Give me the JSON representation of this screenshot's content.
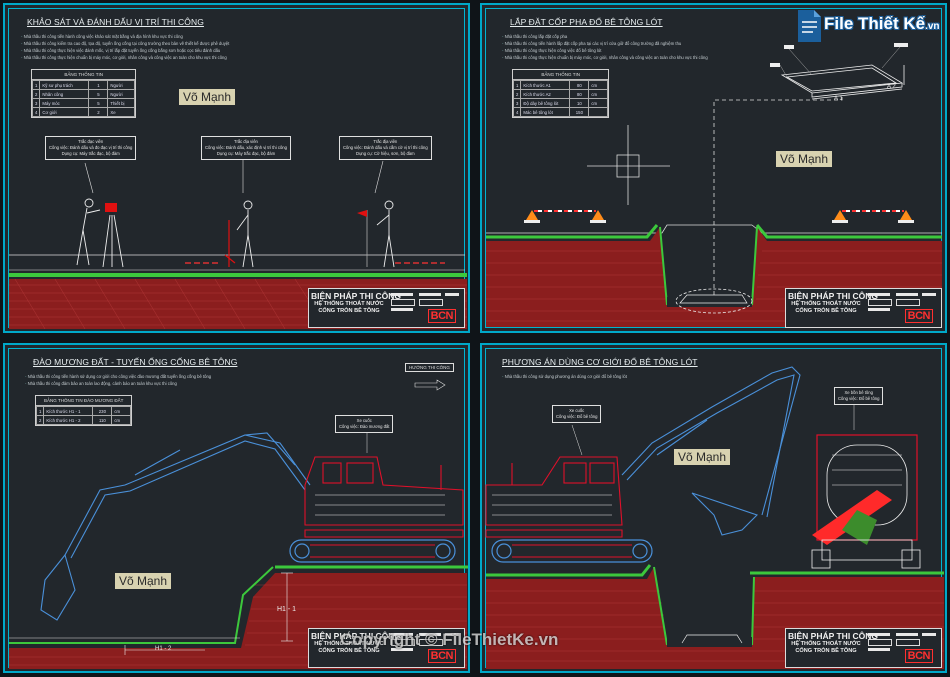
{
  "brand": {
    "name": "File Thiết Kế",
    "suffix": ".vn",
    "copyright": "Copyright © FileThietKe.vn",
    "color": "#1b5f9c"
  },
  "colors": {
    "frame": "#00a8c8",
    "ground_green": "#3cc83c",
    "soil_red": "#8b1e1e",
    "excavator_red": "#e0102a",
    "excavator_blue": "#4a90d9",
    "logo_red": "#ff3030"
  },
  "title_block": {
    "main": "BIỆN PHÁP THI CÔNG",
    "sub1": "HỆ THỐNG THOÁT NƯỚC",
    "sub2": "CỐNG TRÒN BÊ TÔNG",
    "logo": "BCN"
  },
  "watermark": "Võ Mạnh",
  "panels": [
    {
      "title": "KHẢO SÁT VÀ ĐÁNH DẤU VỊ TRÍ THI CÔNG",
      "notes": [
        "Nhà thầu thi công tiến hành công việc khảo sát mặt bằng và địa hình khu vực thi công",
        "Nhà thầu thi công kiểm tra cao độ, tọa độ, tuyến ống cống tại công trường theo bản vẽ thiết kế được phê duyệt",
        "Nhà thầu thi công thực hiện việc đánh mốc, vị trí lắp đặt tuyến ống cống bằng sơn hoặc cọc tiêu đánh dấu",
        "Nhà thầu thi công thực hiện chuẩn bị máy móc, cơ giới, nhân công và công việc an toàn cho khu vực thi công"
      ],
      "table": {
        "header": "BẢNG THỐNG TIN",
        "rows": [
          [
            "1",
            "Kỹ sư phụ trách",
            "1",
            "Người"
          ],
          [
            "2",
            "Nhân công",
            "5",
            "Người"
          ],
          [
            "3",
            "Máy móc",
            "5",
            "Thiết bị"
          ],
          [
            "4",
            "Cơ giới",
            "2",
            "Xe"
          ]
        ]
      },
      "callouts": [
        {
          "l1": "Trắc đạc viên",
          "l2": "Công việc: Đánh dấu và đo đạc vị trí thi công",
          "l3": "Dụng cụ: Máy trắc đạc, bộ đàm"
        },
        {
          "l1": "Trắc địa viên",
          "l2": "Công việc: Đánh dấu, xác định vị trí thi công",
          "l3": "Dụng cụ: Máy trắc đạc, bộ đàm"
        },
        {
          "l1": "Trắc địa viên",
          "l2": "Công việc: Đánh dấu và cắm cờ vị trí thi công",
          "l3": "Dụng cụ: Cờ hiệu, sơn, bộ đàm"
        }
      ]
    },
    {
      "title": "LẮP ĐẶT CỐP PHA ĐỔ BÊ TÔNG LÓT",
      "notes": [
        "Nhà thầu thi công lắp đặt cốp pha",
        "Nhà thầu thi công tiến hành lắp đặt cốp pha tại các vị trí cửa giữ đổ công trường đã nghiệm thu",
        "Nhà thầu thi công thực hiện công việc đổ bê tông lót",
        "Nhà thầu thi công thực hiện chuẩn bị máy móc, cơ giới, nhân công và công việc an toàn cho khu vực thi công"
      ],
      "table": {
        "header": "BẢNG THỐNG TIN",
        "rows": [
          [
            "1",
            "Kích thước A1",
            "80",
            "cm"
          ],
          [
            "2",
            "Kích thước A2",
            "80",
            "cm"
          ],
          [
            "3",
            "Độ dày bê tông lót",
            "10",
            "cm"
          ],
          [
            "4",
            "Mác bê tông lót",
            "150",
            ""
          ]
        ]
      },
      "dims": {
        "a1": "A 1",
        "a2": "A 2"
      }
    },
    {
      "title": "ĐÀO MƯƠNG ĐẤT - TUYẾN ỐNG CỐNG BÊ TÔNG",
      "notes": [
        "Nhà thầu thi công tiến hành sử dụng cơ giới cho công việc đào mương đất tuyến ống cống bê tông",
        "Nhà thầu thi công đảm bảo an toàn lao động, cảnh báo an toàn khu vực thi công"
      ],
      "table": {
        "header": "BẢNG THÔNG TIN ĐÀO MƯƠNG ĐẤT",
        "rows": [
          [
            "1",
            "Kích thước H1 - 1",
            "230",
            "cm"
          ],
          [
            "2",
            "Kích thước H1 - 2",
            "110",
            "cm"
          ]
        ]
      },
      "direction": "HƯỚNG THI CÔNG",
      "callout": {
        "l1": "Xe cuốc",
        "l2": "Công việc: Đào mương đất"
      },
      "dims": {
        "h11": "H1 - 1",
        "h12": "H1 - 2"
      }
    },
    {
      "title": "PHƯƠNG ÁN DÙNG CƠ GIỚI ĐỔ BÊ TÔNG LÓT",
      "notes": [
        "Nhà thầu thi công sử dụng phương án dùng cơ giới đổ bê tông lót"
      ],
      "callouts": [
        {
          "l1": "Xe cuốc",
          "l2": "Công việc: Đổ bê tông"
        },
        {
          "l1": "Xe bồn bê tông",
          "l2": "Công việc: Đổ bê tông"
        }
      ]
    }
  ]
}
